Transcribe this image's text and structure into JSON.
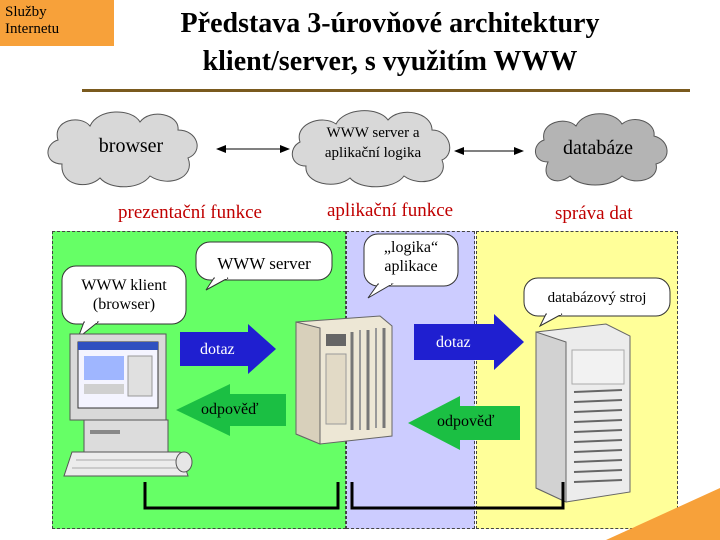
{
  "corner_label": "Služby Internetu",
  "title": "Představa 3-úrovňové architektury klient/server, s využitím WWW",
  "clouds": {
    "browser": "browser",
    "server": "WWW server a aplikační logika",
    "database": "databáze"
  },
  "functions": {
    "presentation": "prezentační funkce",
    "application": "aplikační funkce",
    "data": "správa dat"
  },
  "bubbles": {
    "www_client": "WWW klient (browser)",
    "www_server": "WWW server",
    "app_logic": "„logika“ aplikace",
    "db_engine": "databázový stroj"
  },
  "arrows": {
    "query_1": "dotaz",
    "response_1": "odpověď",
    "query_2": "dotaz",
    "response_2": "odpověď"
  },
  "colors": {
    "corner": "#f7a13a",
    "green_panel": "#66ff66",
    "blue_panel": "#ccccff",
    "yellow_panel": "#ffff99",
    "arrow_blue": "#1f1fd0",
    "arrow_green": "#1bbf43",
    "function_text": "#c00000"
  }
}
